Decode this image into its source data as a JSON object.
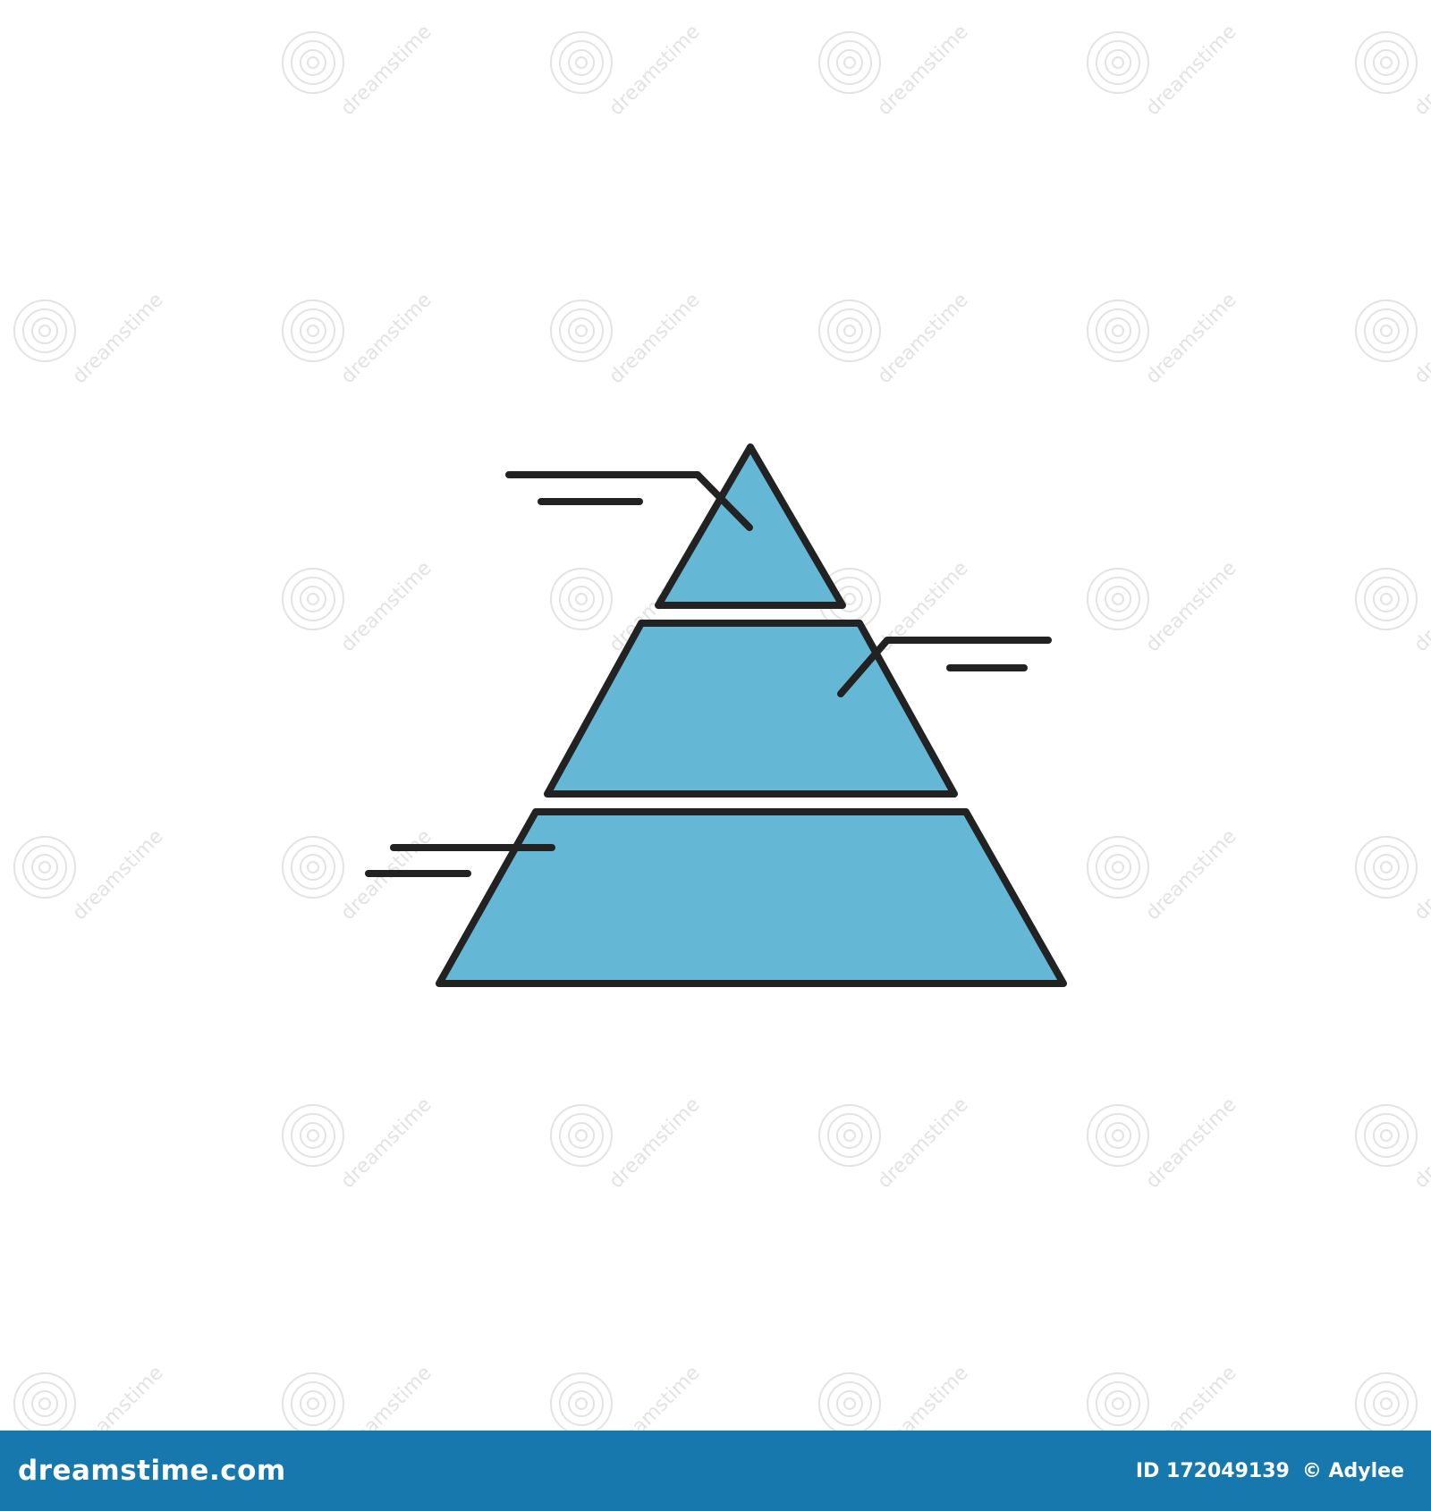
{
  "colors": {
    "background": "#ffffff",
    "pyramid_fill": "#65b7d6",
    "outline": "#222222",
    "footer_bg": "#1778ad",
    "footer_text": "#ffffff",
    "watermark": "#e3e3e3"
  },
  "icon": {
    "name": "pyramid-chart-icon",
    "levels": 3
  },
  "watermark": {
    "text": "dreamstime",
    "icon": "spiral-logo-icon"
  },
  "footer": {
    "logo_text": "dreamstime.com",
    "id_label": "ID",
    "id_value": "172049139",
    "author_icon": "copyright-icon",
    "author": "Adylee"
  }
}
